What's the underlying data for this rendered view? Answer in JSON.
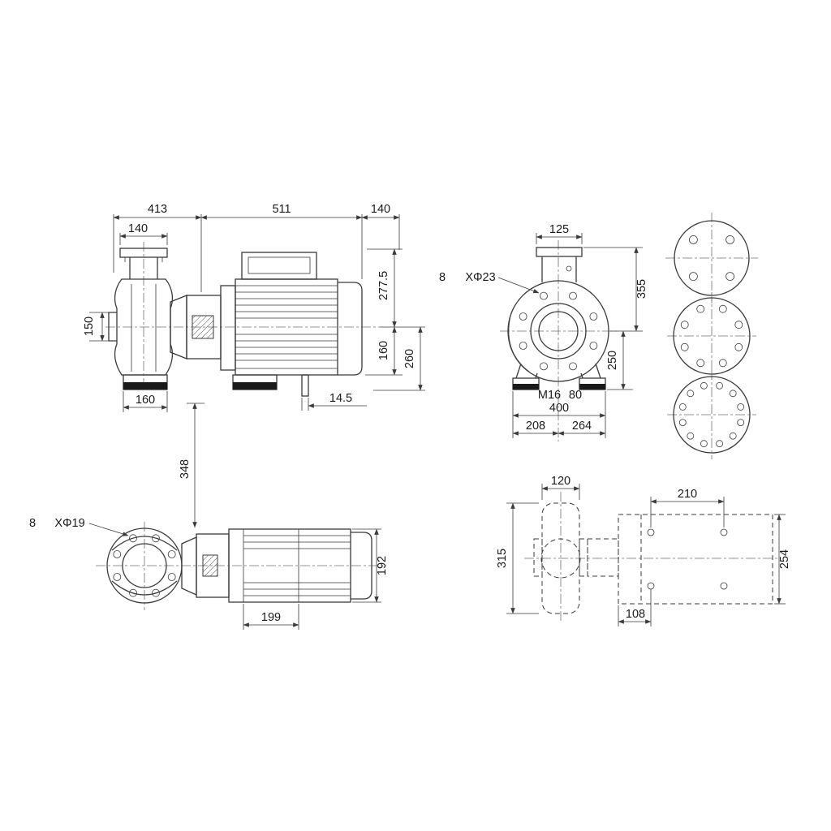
{
  "colors": {
    "background": "#ffffff",
    "line": "#3a3a3a",
    "text": "#1a1a1a"
  },
  "views": {
    "side": {
      "d413": "413",
      "d511": "511",
      "d140_clearance": "140",
      "d140_flange": "140",
      "d150": "150",
      "d277_5": "277.5",
      "d160_axis": "160",
      "d260": "260",
      "d160_foot": "160",
      "d14_5": "14.5",
      "d348": "348"
    },
    "front": {
      "d125": "125",
      "bolt_count": "8",
      "bolt_spec": "XΦ23",
      "d355": "355",
      "d250": "250",
      "m16": "M16",
      "d80": "80",
      "d400": "400",
      "d208": "208",
      "d264": "264"
    },
    "plan": {
      "bolt_count": "8",
      "bolt_spec": "XΦ19",
      "d192": "192",
      "d199": "199"
    },
    "base": {
      "d120": "120",
      "d210": "210",
      "d315": "315",
      "d254": "254",
      "d108": "108"
    }
  }
}
